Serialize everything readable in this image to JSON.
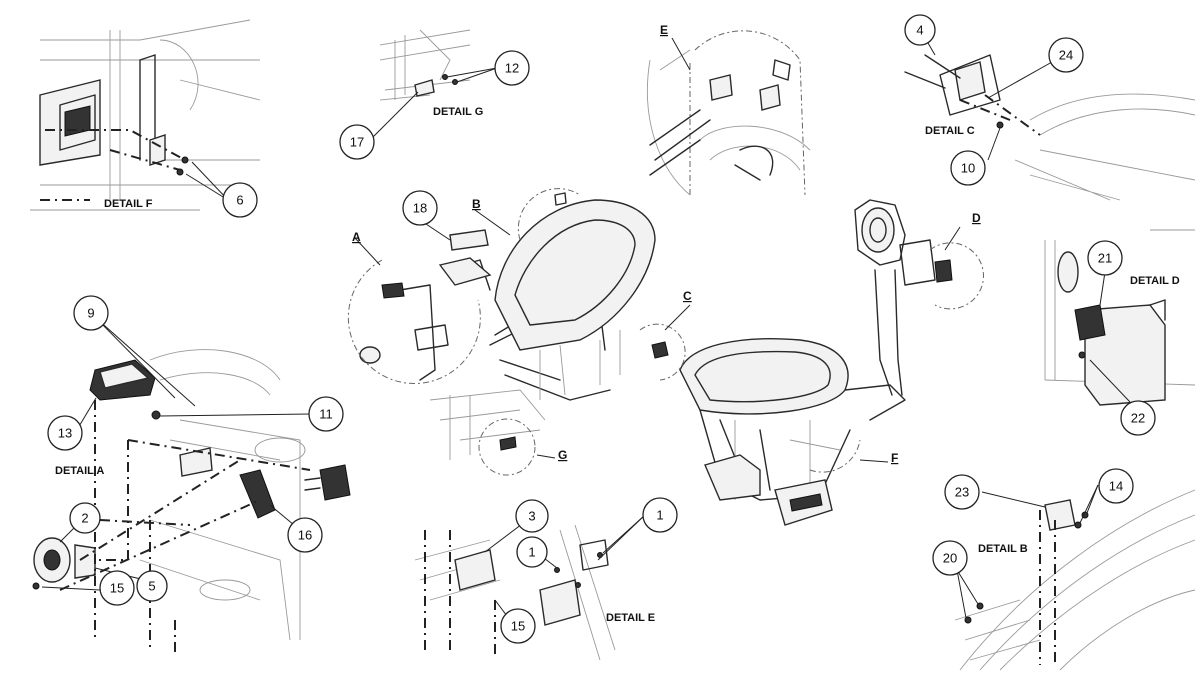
{
  "details": {
    "A": "DETAIL A",
    "B": "DETAIL B",
    "C": "DETAIL C",
    "D": "DETAIL D",
    "E": "DETAIL E",
    "F": "DETAIL F",
    "G": "DETAIL G"
  },
  "letters": {
    "A": "A",
    "B": "B",
    "C": "C",
    "D": "D",
    "E": "E",
    "F": "F",
    "G": "G"
  },
  "callouts": {
    "c1a": "1",
    "c1b": "1",
    "c2": "2",
    "c3": "3",
    "c4": "4",
    "c5": "5",
    "c6": "6",
    "c9": "9",
    "c10": "10",
    "c11": "11",
    "c12": "12",
    "c13": "13",
    "c14": "14",
    "c15a": "15",
    "c15b": "15",
    "c16": "16",
    "c17": "17",
    "c18": "18",
    "c20": "20",
    "c21": "21",
    "c22": "22",
    "c23": "23",
    "c24": "24"
  }
}
